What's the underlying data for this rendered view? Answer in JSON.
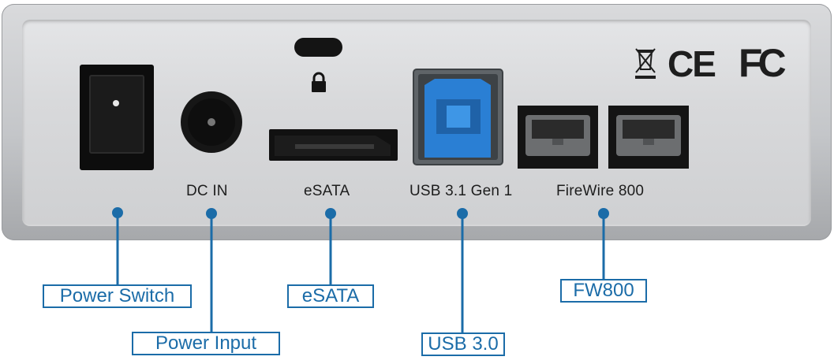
{
  "device_labels": {
    "dc_in": "DC IN",
    "esata": "eSATA",
    "usb": "USB 3.1 Gen 1",
    "firewire": "FireWire 800"
  },
  "callouts": {
    "power_switch": "Power Switch",
    "power_input": "Power Input",
    "esata": "eSATA",
    "usb": "USB 3.0",
    "fw800": "FW800"
  },
  "certifications": {
    "ce": "CE",
    "fc": "FC"
  },
  "icons": {
    "weee": "weee-bin-icon",
    "lock": "lock-icon"
  },
  "colors": {
    "callout_blue": "#1b6ca8",
    "usb_blue": "#2a7fd4",
    "panel_silver": "#d8d9db"
  }
}
